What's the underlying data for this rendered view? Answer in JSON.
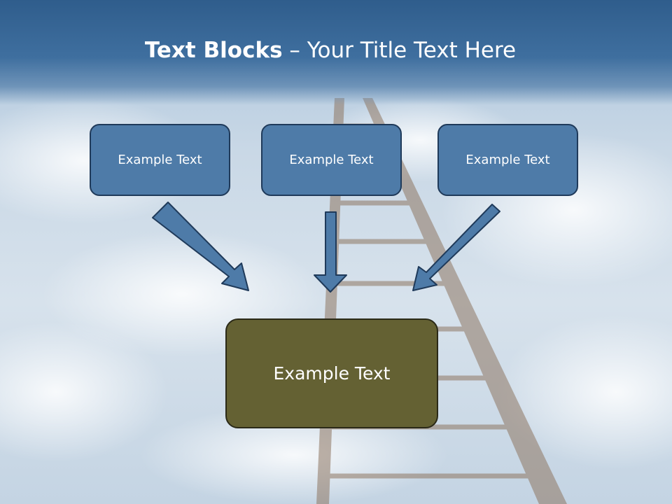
{
  "title": {
    "bold": "Text Blocks",
    "rest": " – Your Title Text Here"
  },
  "boxes": {
    "left": "Example Text",
    "center": "Example Text",
    "right": "Example Text",
    "bottom": "Example Text"
  },
  "colors": {
    "title_band": "#3f6f9f",
    "box_fill": "#4e7ba8",
    "bottom_box_fill": "#646133",
    "arrow_fill": "#4e7ba8"
  }
}
